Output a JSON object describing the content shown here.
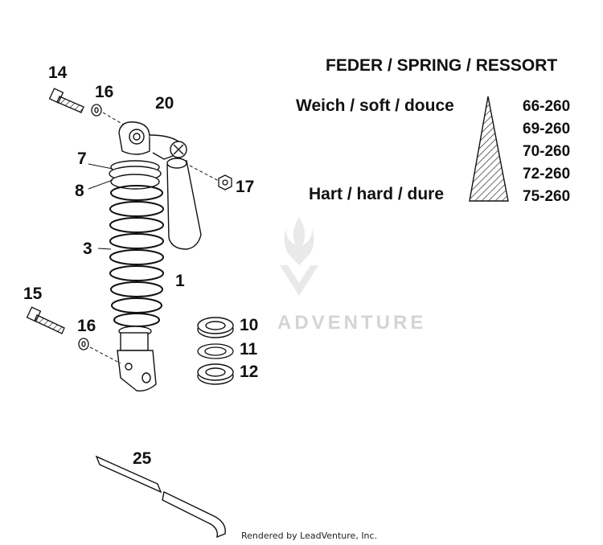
{
  "legend": {
    "title": "FEDER / SPRING / RESSORT",
    "soft_label": "Weich / soft / douce",
    "hard_label": "Hart / hard / dure",
    "spring_codes": [
      "66-260",
      "69-260",
      "70-260",
      "72-260",
      "75-260"
    ]
  },
  "callouts": {
    "c14": "14",
    "c16a": "16",
    "c20": "20",
    "c7": "7",
    "c8": "8",
    "c17": "17",
    "c3": "3",
    "c1": "1",
    "c15": "15",
    "c16b": "16",
    "c10": "10",
    "c11": "11",
    "c12": "12",
    "c25": "25"
  },
  "watermark": "ADVENTURE",
  "footer": "Rendered by LeadVenture, Inc."
}
